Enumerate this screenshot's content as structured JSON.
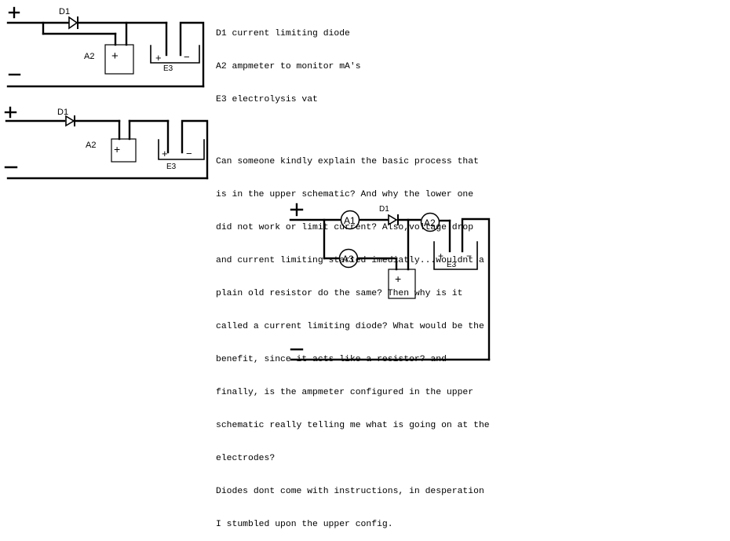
{
  "legend": [
    "D1 current limiting diode",
    "A2 ampmeter to monitor mA's",
    "E3 electrolysis vat"
  ],
  "question": [
    "Can someone kindly explain the basic process that",
    "is in the upper schematic? And why the lower one",
    "did not work or limit current? Also,voltage drop",
    "and current limiting started imediatly...wouldnt a",
    "plain old resistor do the same? Then why is it",
    "called a current limiting diode? What would be the",
    "benefit, since it acts like a resistor? and",
    "finally, is the ampmeter configured in the upper",
    "schematic really telling me what is going on at the",
    "electrodes?",
    "Diodes dont come with instructions, in desperation",
    "I stumbled upon the upper config."
  ],
  "symbols": {
    "plus": "+",
    "minus": "−"
  },
  "labels": {
    "diode": "D1",
    "ammeter": "A2",
    "vat": "E3",
    "meter_a1": "A1",
    "meter_a2": "A2",
    "meter_a3": "A3"
  }
}
